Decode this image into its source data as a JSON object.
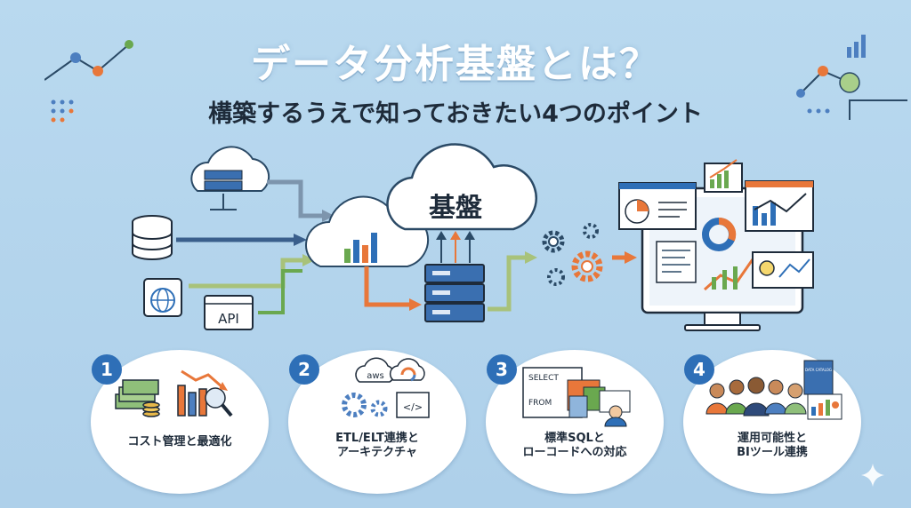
{
  "header": {
    "title": "データ分析基盤とは？",
    "subtitle": "構築するうえで知っておきたい4つのポイント"
  },
  "diagram": {
    "hub_label": "基盤",
    "api_label": "API"
  },
  "points": [
    {
      "number": "1",
      "line1": "コスト管理と最適化",
      "line2": "",
      "icon": "money-and-chart-icon"
    },
    {
      "number": "2",
      "line1": "ETL/ELT連携と",
      "line2": "アーキテクチャ",
      "icon": "cloud-gears-code-icon",
      "cloud_text": "aws"
    },
    {
      "number": "3",
      "line1": "標準SQLと",
      "line2": "ローコードへの対応",
      "icon": "sql-puzzle-icon",
      "code_lines": [
        "SELECT",
        "FROM"
      ]
    },
    {
      "number": "4",
      "line1": "運用可能性と",
      "line2": "BIツール連携",
      "icon": "team-bi-icon",
      "book_text": "DATA CATALOG"
    }
  ],
  "colors": {
    "accent_blue": "#2e6fb7",
    "accent_orange": "#e8773a",
    "accent_green": "#6aa84f",
    "background": "#b3d4ec"
  }
}
